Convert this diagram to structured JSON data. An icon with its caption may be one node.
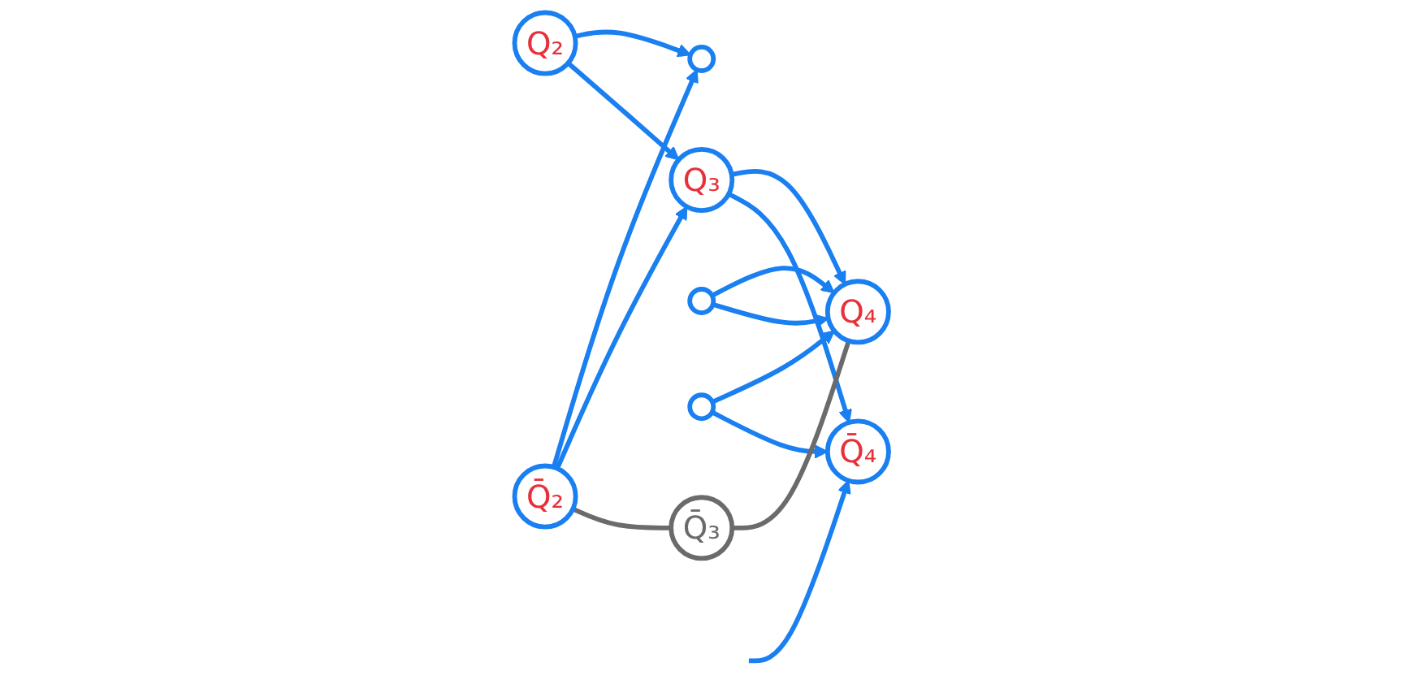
{
  "diagram": {
    "nodes": [
      {
        "text": [],
        "shape": "circle"
      },
      {
        "text": [
          "Q₂"
        ]
      },
      {
        "text": [
          "Q₃"
        ]
      },
      {
        "text": [
          "Q₄"
        ]
      },
      {
        "text": [],
        "shape": "circle"
      },
      {
        "text": [],
        "shape": "circle"
      },
      {
        "text": [
          "Q̄₄"
        ]
      },
      {
        "text": [
          "Q̄₂"
        ]
      },
      {
        "text": [
          "Q̄₃"
        ]
      }
    ],
    "edges": [
      {
        "from": 1,
        "to": 0,
        "arrow": "to"
      },
      {
        "from": 1,
        "to": 2,
        "arrow": "to"
      },
      {
        "from": 2,
        "to": 3,
        "arrow": "to"
      },
      {
        "from": 4,
        "to": 3,
        "arrow": "to"
      },
      {
        "from": 4,
        "to": 3,
        "arrow": "to"
      },
      {
        "from": 5,
        "to": 3,
        "arrow": "to"
      },
      {
        "from": 2,
        "to": 6,
        "arrow": "to"
      },
      {
        "from": null,
        "to": 6,
        "arrow": "to"
      },
      {
        "from": 5,
        "to": 6,
        "arrow": "to"
      },
      {
        "from": 7,
        "to": 0,
        "arrow": "to"
      },
      {
        "from": 7,
        "to": 2,
        "arrow": "to"
      },
      {
        "from": 7,
        "to": 8,
        "arrow": "none",
        "color": "#6b6b6b"
      },
      {
        "from": 8,
        "to": 3,
        "arrow": "none",
        "color": "#6b6b6b"
      }
    ]
  }
}
